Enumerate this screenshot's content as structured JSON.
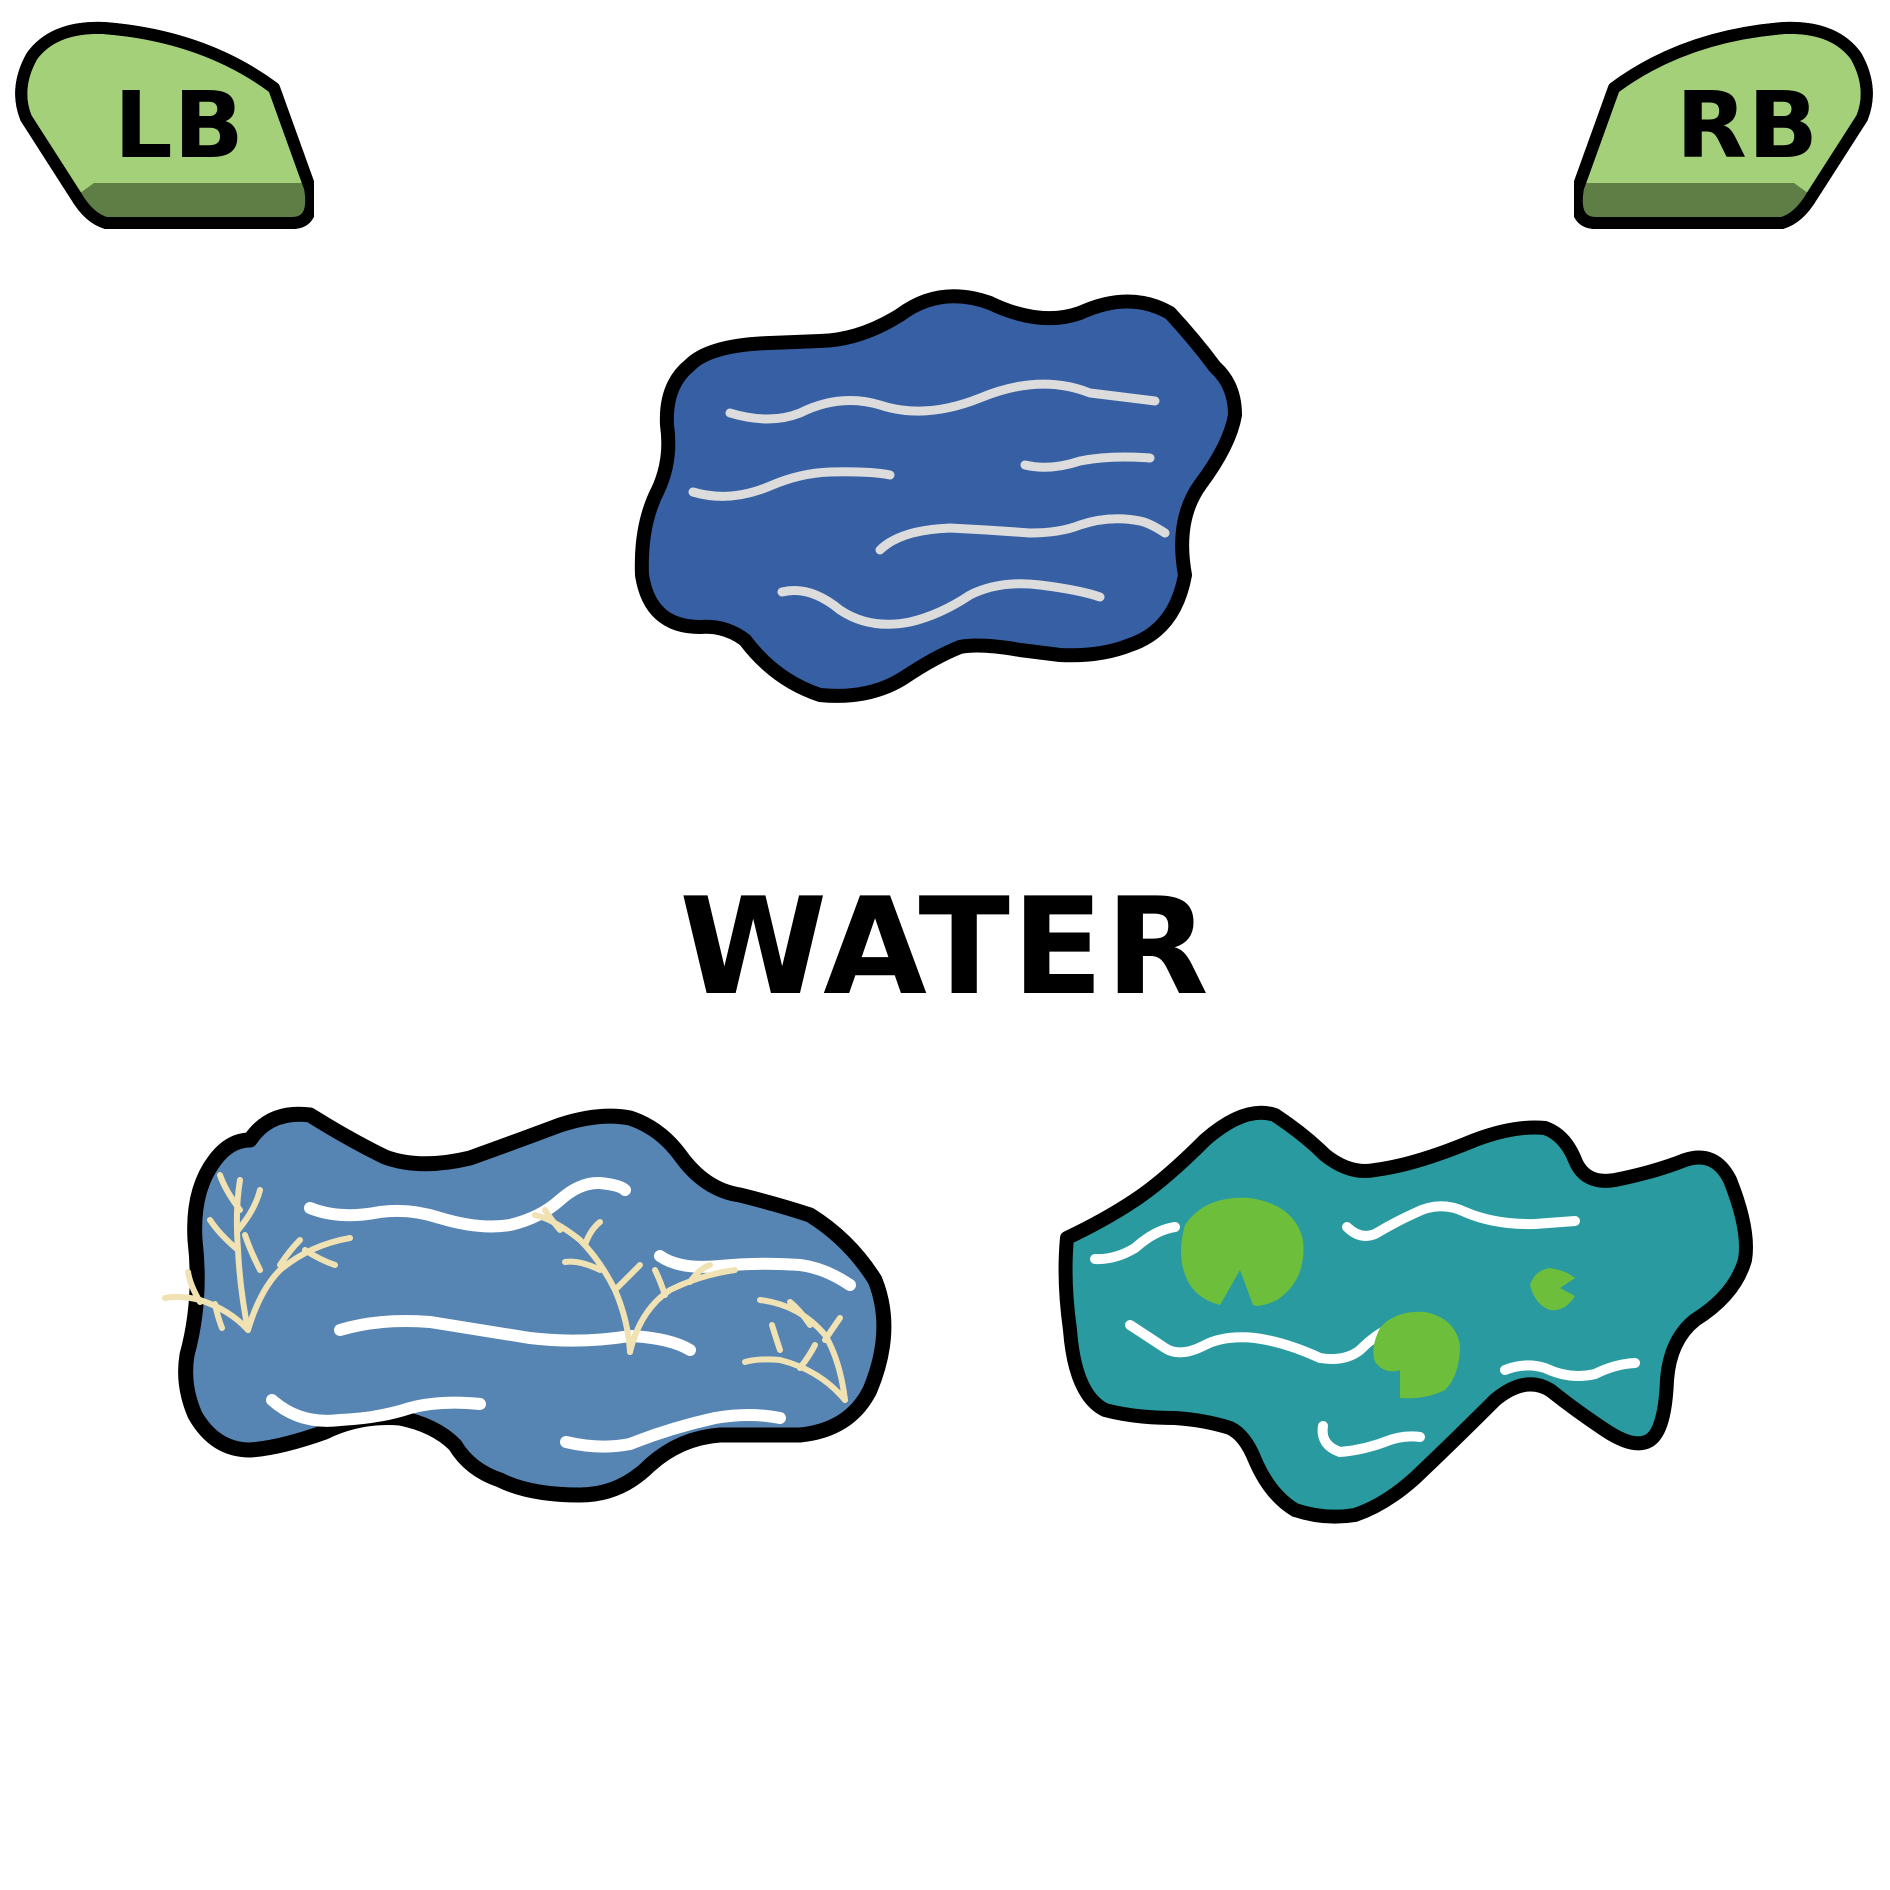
{
  "shoulders": {
    "left_label": "LB",
    "right_label": "RB",
    "button_color": "#a3d078",
    "button_shade": "#5e7e45"
  },
  "category": {
    "title": "WATER"
  },
  "tiles": [
    {
      "name": "deep-water",
      "state": "selected",
      "color": "#3660a3"
    },
    {
      "name": "reed-pond",
      "state": "option",
      "color": "#5684b3",
      "reed_color": "#f1e2b3"
    },
    {
      "name": "lily-pond",
      "state": "option",
      "color": "#299ba0",
      "lily_color": "#6cbe3b"
    }
  ]
}
